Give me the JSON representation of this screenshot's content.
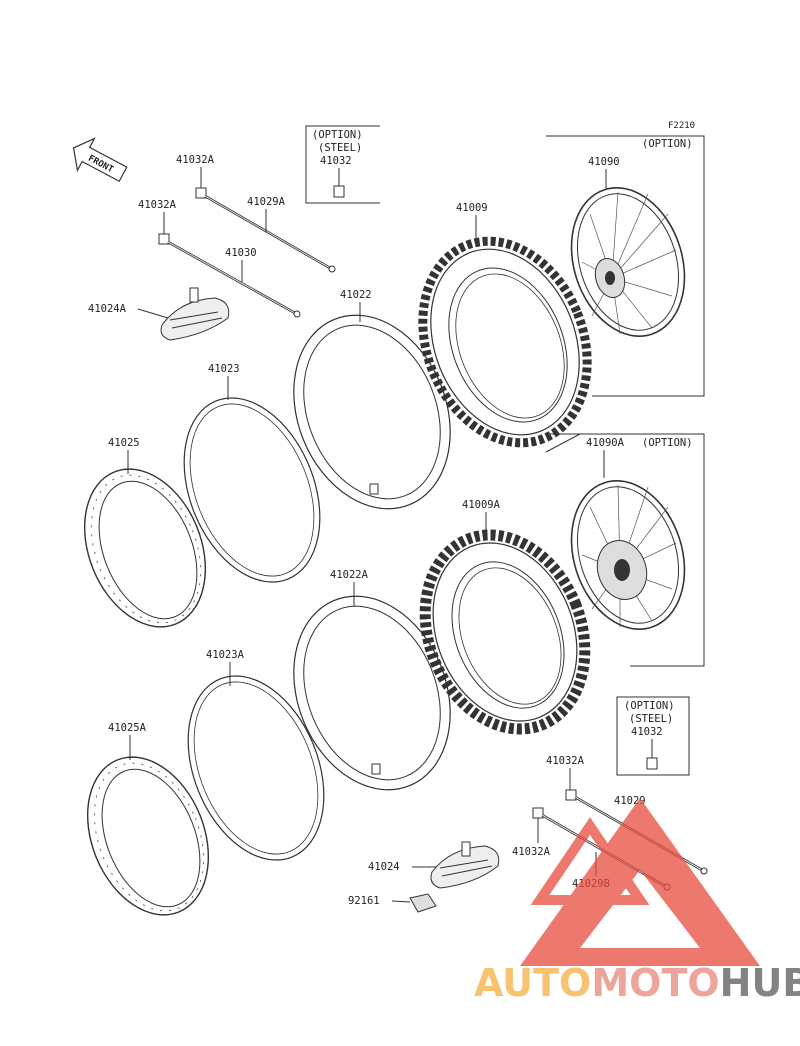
{
  "figure_code": "F2210",
  "front_label": "FRONT",
  "option_boxes": [
    {
      "id": "top",
      "line1": "(OPTION)",
      "line2": "(STEEL)",
      "part": "41032"
    },
    {
      "id": "bottom",
      "line1": "(OPTION)",
      "line2": "(STEEL)",
      "part": "41032"
    }
  ],
  "wheel_options": [
    {
      "id": "front",
      "label": "(OPTION)",
      "part": "41090"
    },
    {
      "id": "rear",
      "label": "(OPTION)",
      "part": "41090A"
    }
  ],
  "labels": {
    "p41032A_1": "41032A",
    "p41032A_2": "41032A",
    "p41029A": "41029A",
    "p41030": "41030",
    "p41024A": "41024A",
    "p41009": "41009",
    "p41022": "41022",
    "p41023": "41023",
    "p41025": "41025",
    "p41009A": "41009A",
    "p41022A": "41022A",
    "p41023A": "41023A",
    "p41025A": "41025A",
    "p41032A_3": "41032A",
    "p41029": "41029",
    "p41032A_4": "41032A",
    "p41029B": "41029B",
    "p41024": "41024",
    "p92161": "92161"
  },
  "watermark": {
    "part1": "AUTO",
    "part2": "MOTO",
    "part3": "HUB",
    "color1": "#f5b041",
    "color2": "#e8887a",
    "color3": "#5a5a5a",
    "triangle_color": "#e84c3d"
  }
}
